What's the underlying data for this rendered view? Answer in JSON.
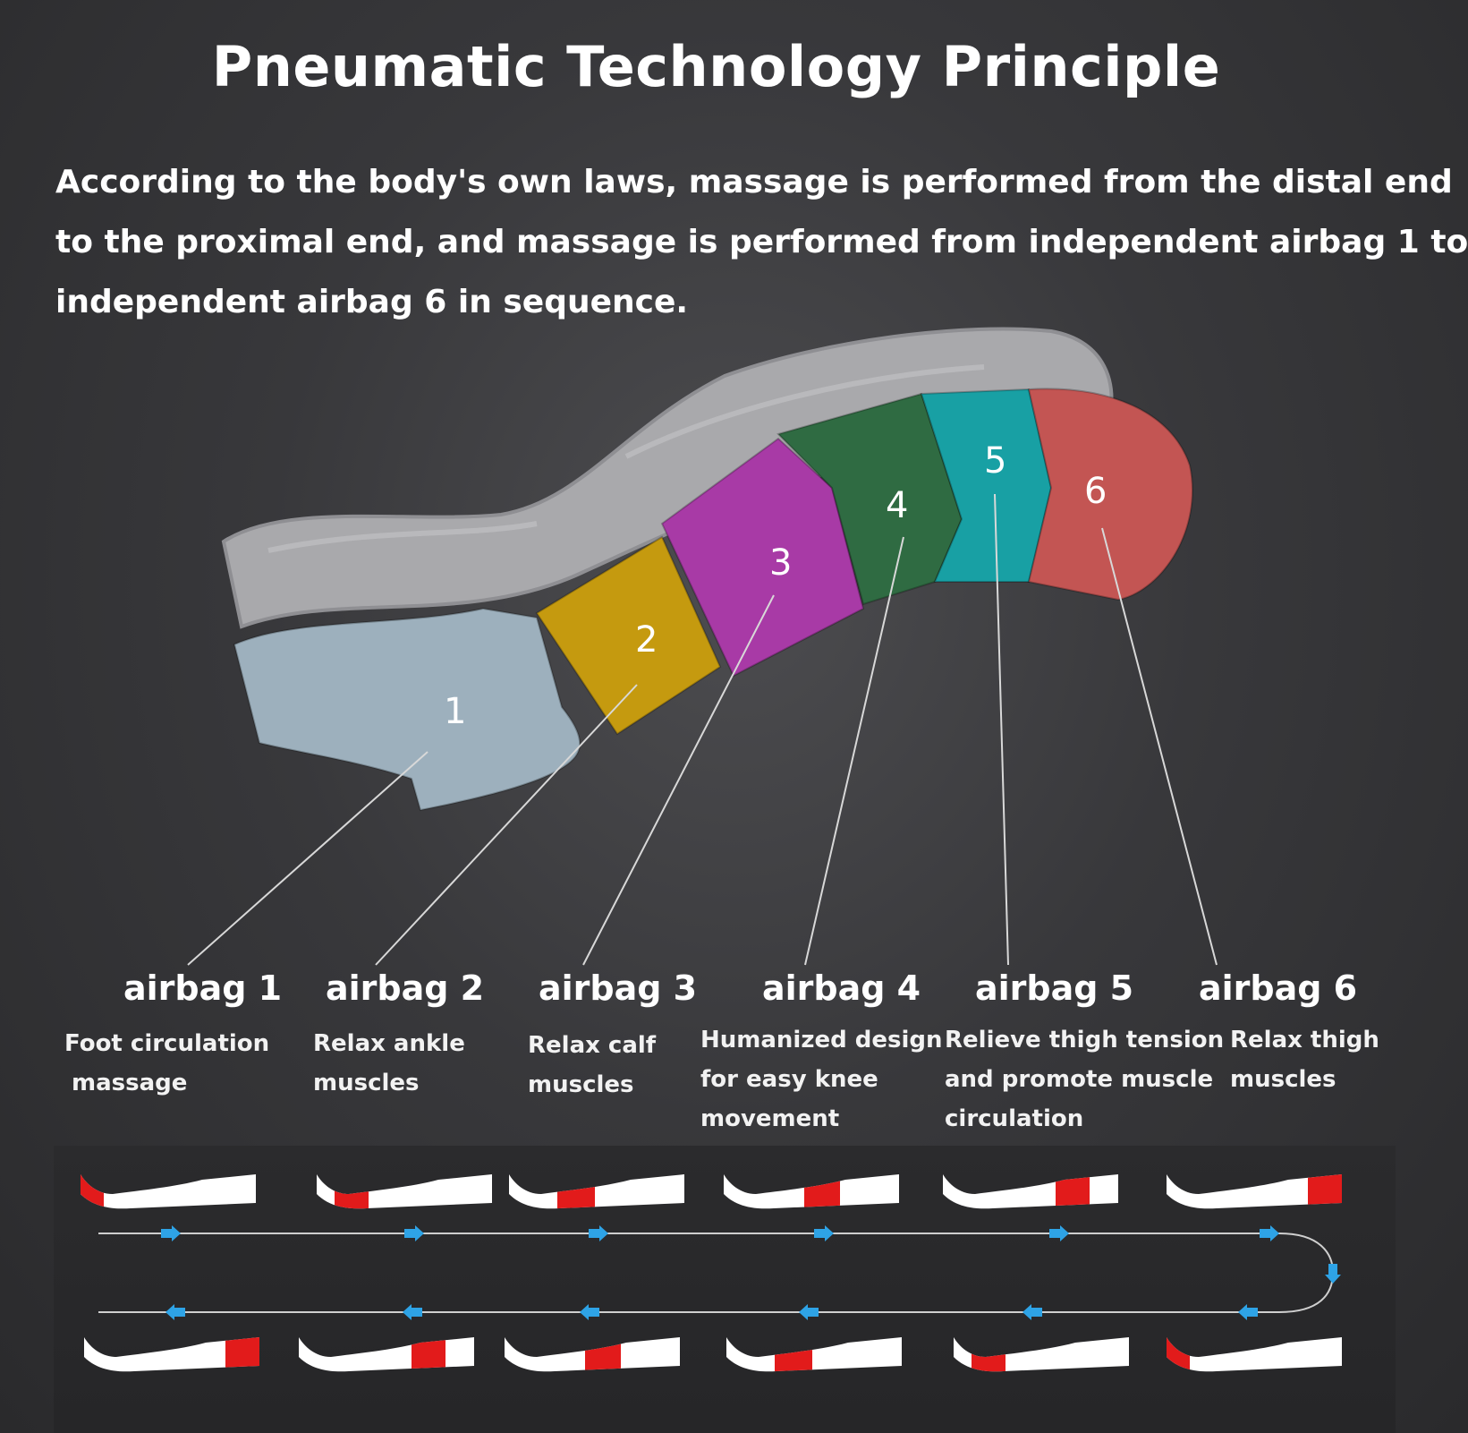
{
  "title": "Pneumatic Technology Principle",
  "description_lines": [
    "According to the body's own laws, massage is performed from the distal end",
    "to the proximal end, and massage is performed from independent airbag 1 to",
    "independent airbag 6 in sequence."
  ],
  "airbags": [
    {
      "number": "1",
      "label": "airbag 1",
      "color": "#9db0bd",
      "desc": [
        "Foot circulation",
        "massage"
      ]
    },
    {
      "number": "2",
      "label": "airbag 2",
      "color": "#c59a0f",
      "desc": [
        "Relax ankle",
        "muscles"
      ]
    },
    {
      "number": "3",
      "label": "airbag 3",
      "color": "#a83aa6",
      "desc": [
        "Relax calf",
        "muscles"
      ]
    },
    {
      "number": "4",
      "label": "airbag 4",
      "color": "#2f6b42",
      "desc": [
        "Humanized design",
        "for easy knee",
        "movement"
      ]
    },
    {
      "number": "5",
      "label": "airbag 5",
      "color": "#18a0a4",
      "desc": [
        "Relieve thigh tension",
        "and promote muscle",
        "circulation"
      ]
    },
    {
      "number": "6",
      "label": "airbag 6",
      "color": "#c35553",
      "desc": [
        "Relax thigh",
        "muscles"
      ]
    }
  ],
  "colors": {
    "sleeve": "#a9a9ac",
    "highlight": "#e21b1b",
    "arrow": "#2ea3e6",
    "line": "#d8d8d8"
  }
}
